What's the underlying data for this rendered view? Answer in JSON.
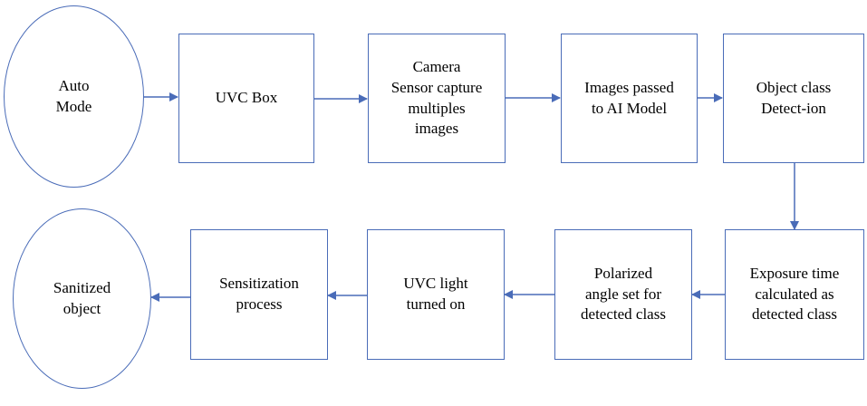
{
  "colors": {
    "stroke": "#4a6cb8",
    "text": "#000000",
    "background": "#ffffff"
  },
  "nodes": {
    "auto_mode": "Auto\nMode",
    "uvc_box": "UVC Box",
    "camera": "Camera\nSensor capture\nmultiples\nimages",
    "images_passed": "Images passed\nto AI Model",
    "object_detection": "Object class\nDetect-ion",
    "exposure_time": "Exposure time\ncalculated as\ndetected class",
    "polarized_angle": "Polarized\nangle set for\ndetected class",
    "uvc_light": "UVC light\nturned on",
    "sensitization": "Sensitization\nprocess",
    "sanitized": "Sanitized\nobject"
  }
}
